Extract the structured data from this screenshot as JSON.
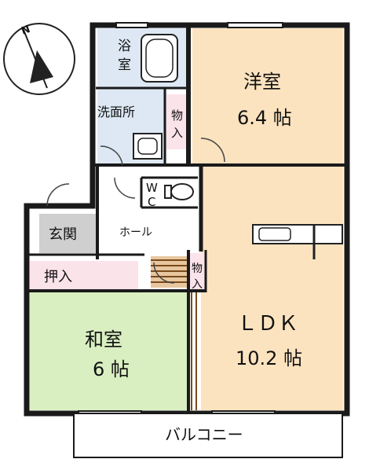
{
  "rooms": {
    "bath": {
      "label_line1": "浴",
      "label_line2": "室"
    },
    "washroom": {
      "label": "洗面所"
    },
    "closet_upper": {
      "label_line1": "物",
      "label_line2": "入"
    },
    "closet_lower": {
      "label_line1": "物",
      "label_line2": "入"
    },
    "western_room": {
      "name": "洋室",
      "size": "6.4 帖"
    },
    "toilet": {
      "label_line1": "W",
      "label_line2": "C"
    },
    "entrance": {
      "label": "玄関"
    },
    "hall": {
      "label": "ホール"
    },
    "storage": {
      "label": "押入"
    },
    "japanese_room": {
      "name": "和室",
      "size": "6 帖"
    },
    "ldk": {
      "name": "ＬＤＫ",
      "size": "10.2 帖"
    },
    "balcony": {
      "label": "バルコニー"
    }
  },
  "colors": {
    "western_room": "#fbe3bf",
    "ldk": "#fbe3bf",
    "japanese_room": "#d9efc2",
    "storage": "#fbe3ea",
    "bath": "#dde8f4",
    "entrance": "#cfcfcf",
    "wall": "#1a1a1a"
  },
  "icons": {
    "compass": "north-arrow-icon"
  }
}
